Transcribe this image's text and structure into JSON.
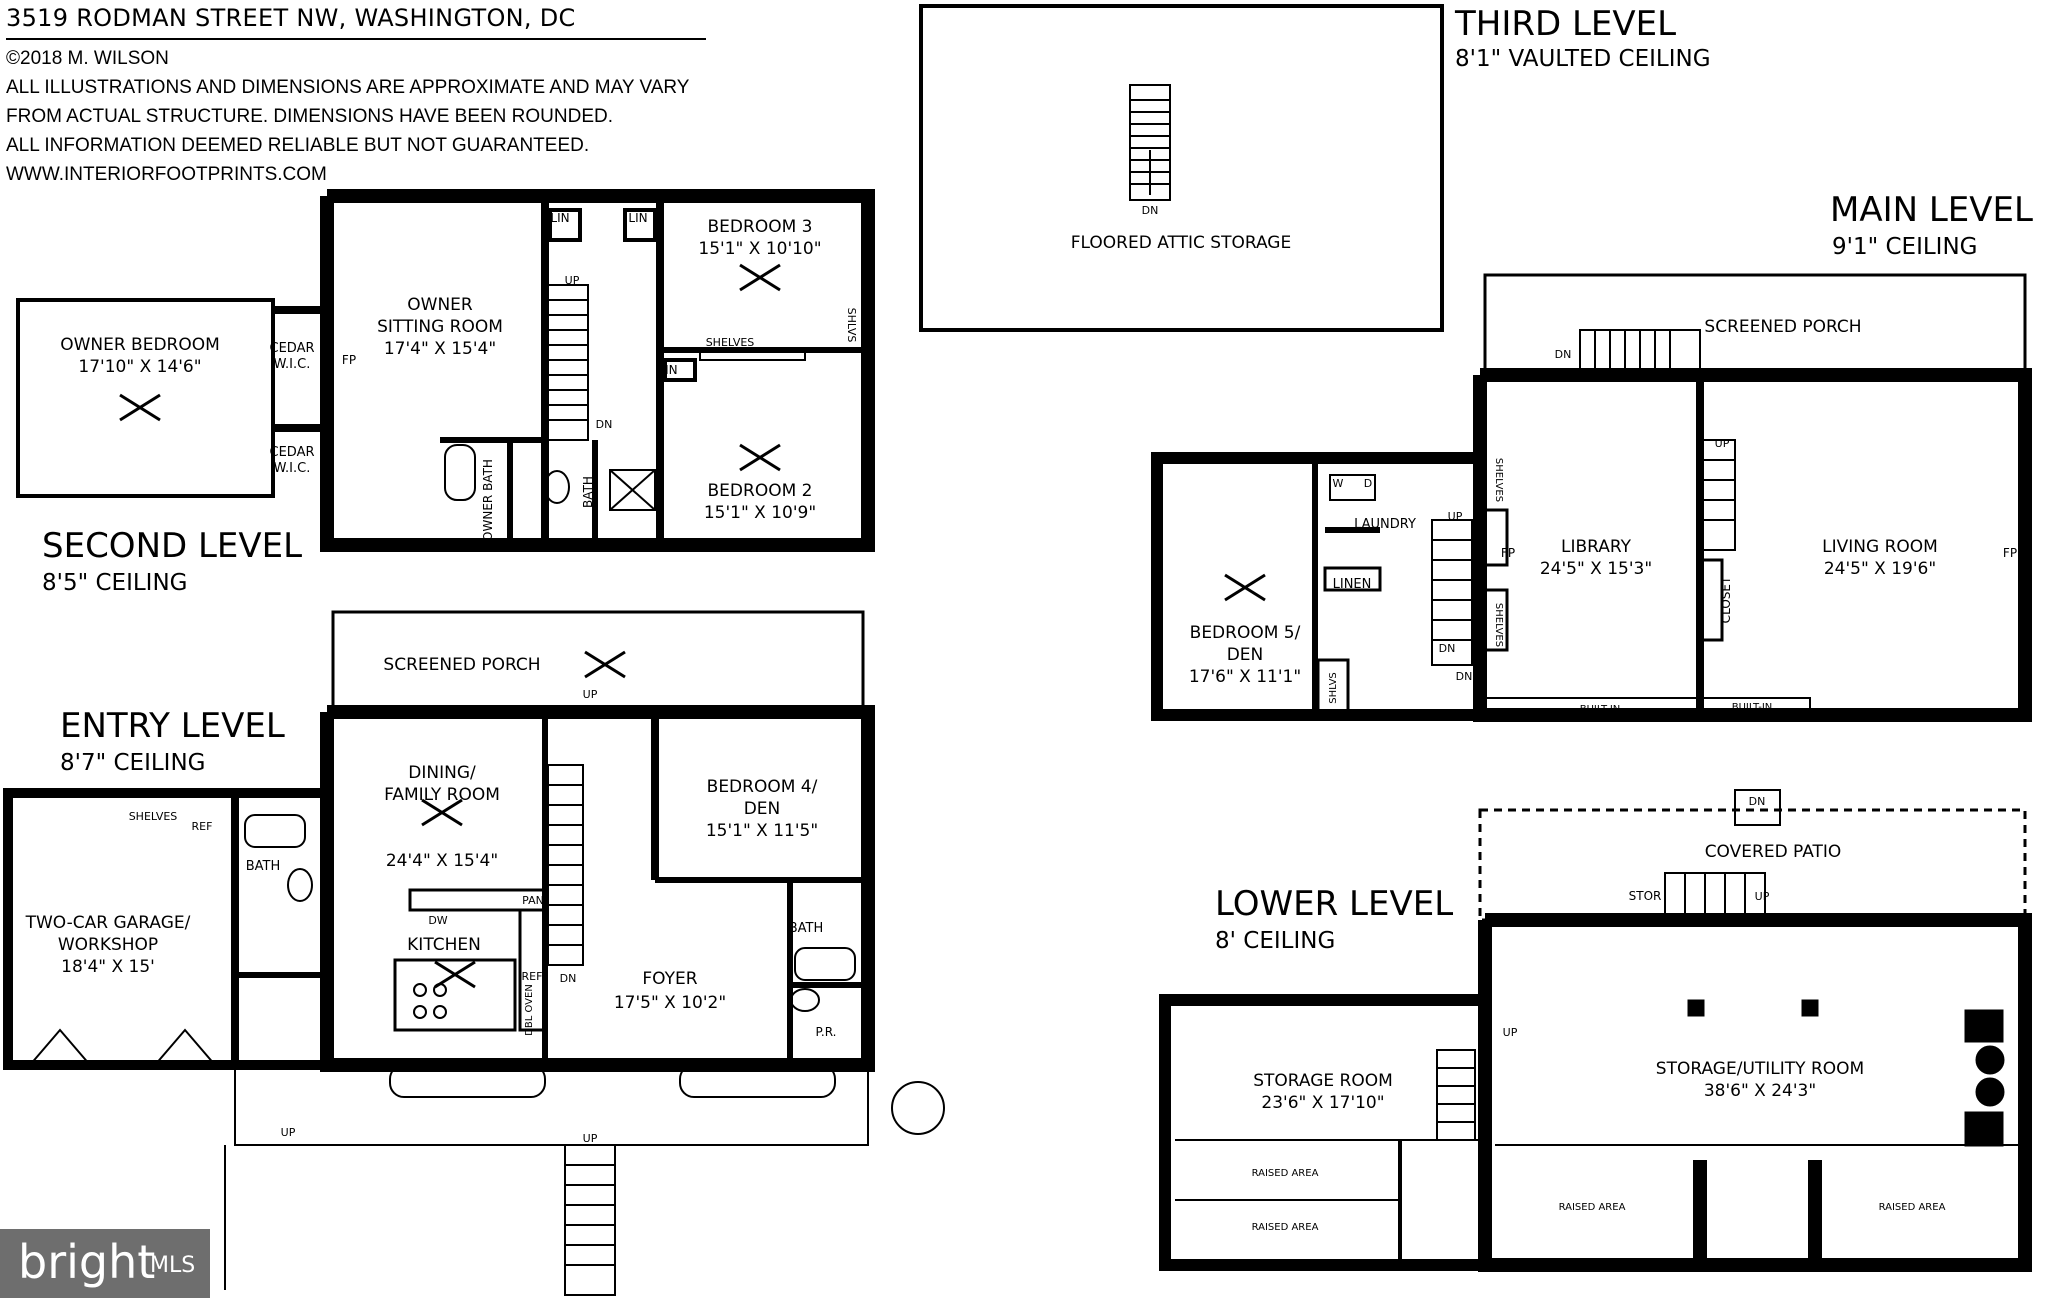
{
  "header": {
    "address": "3519 RODMAN STREET NW, WASHINGTON, DC",
    "copyright": "©2018 M. WILSON",
    "disclaimer": [
      "ALL ILLUSTRATIONS AND DIMENSIONS ARE APPROXIMATE AND MAY VARY",
      "FROM ACTUAL STRUCTURE. DIMENSIONS HAVE BEEN ROUNDED.",
      "ALL INFORMATION DEEMED RELIABLE BUT NOT GUARANTEED.",
      "WWW.INTERIORFOOTPRINTS.COM"
    ]
  },
  "levels": {
    "third": {
      "name": "THIRD LEVEL",
      "ceiling": "8'1\" VAULTED CEILING",
      "rooms": {
        "attic": "FLOORED ATTIC STORAGE",
        "dn": "DN"
      }
    },
    "main": {
      "name": "MAIN LEVEL",
      "ceiling": "9'1\" CEILING"
    },
    "second": {
      "name": "SECOND LEVEL",
      "ceiling": "8'5\" CEILING"
    },
    "entry": {
      "name": "ENTRY LEVEL",
      "ceiling": "8'7\" CEILING"
    },
    "lower": {
      "name": "LOWER LEVEL",
      "ceiling": "8' CEILING"
    }
  },
  "second_rooms": {
    "owner_bed": "OWNER BEDROOM",
    "owner_bed_dim": "17'10\" X 14'6\"",
    "cedar_wic": "CEDAR",
    "wic": "W.I.C.",
    "fp": "FP",
    "sitting": "OWNER",
    "sitting2": "SITTING ROOM",
    "sitting_dim": "17'4\" X 15'4\"",
    "lin": "LIN",
    "up": "UP",
    "dn": "DN",
    "bed3": "BEDROOM 3",
    "bed3_dim": "15'1\" X 10'10\"",
    "shelves": "SHELVES",
    "shlvs": "SHLVS",
    "bed2": "BEDROOM 2",
    "bed2_dim": "15'1\" X 10'9\"",
    "owner_bath": "OWNER BATH",
    "bath": "BATH"
  },
  "entry_rooms": {
    "porch": "SCREENED PORCH",
    "up": "UP",
    "dn": "DN",
    "dining": "DINING/",
    "dining2": "FAMILY ROOM",
    "dining_dim": "24'4\" X 15'4\"",
    "bed4": "BEDROOM 4/",
    "bed4b": "DEN",
    "bed4_dim": "15'1\" X 11'5\"",
    "shelves": "SHELVES",
    "ref": "REF",
    "bath": "BATH",
    "garage": "TWO-CAR GARAGE/",
    "garage2": "WORKSHOP",
    "garage_dim": "18'4\" X 15'",
    "kitchen": "KITCHEN",
    "dw": "DW",
    "pan": "PAN",
    "dbl_oven": "DBL OVEN",
    "foyer": "FOYER",
    "foyer_dim": "17'5\" X 10'2\"",
    "pr": "P.R."
  },
  "main_rooms": {
    "porch": "SCREENED PORCH",
    "dn": "DN",
    "up": "UP",
    "w": "W",
    "d": "D",
    "laundry": "LAUNDRY",
    "linen": "LINEN",
    "bed5": "BEDROOM 5/",
    "bed5b": "DEN",
    "bed5_dim": "17'6\" X 11'1\"",
    "shlvs": "SHLVS",
    "shelves": "SHELVES",
    "fp": "FP",
    "library": "LIBRARY",
    "library_dim": "24'5\" X 15'3\"",
    "closet": "CLOSET",
    "built_in": "BUILT-IN",
    "living": "LIVING ROOM",
    "living_dim": "24'5\" X 19'6\""
  },
  "lower_rooms": {
    "patio": "COVERED PATIO",
    "stor": "STOR",
    "up": "UP",
    "dn": "DN",
    "storage": "STORAGE ROOM",
    "storage_dim": "23'6\" X 17'10\"",
    "utility": "STORAGE/UTILITY ROOM",
    "utility_dim": "38'6\" X 24'3\"",
    "raised": "RAISED AREA"
  },
  "watermark": {
    "brand": "bright",
    "suffix": "MLS"
  },
  "colors": {
    "wall": "#000000",
    "background": "#ffffff",
    "logo_bg": "#6e6e6e"
  }
}
